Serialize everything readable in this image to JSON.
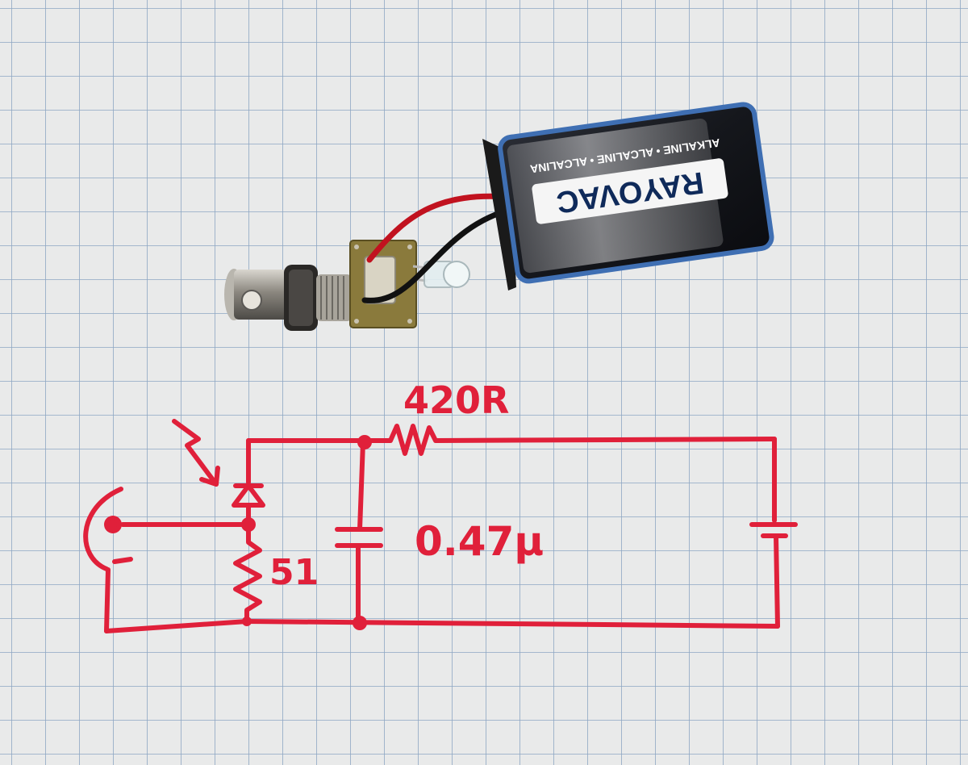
{
  "scene": {
    "description_name": "battery-powered-photodiode-pulse-detector",
    "colors": {
      "paper": "#e9eaea",
      "grid": "#8da6c3",
      "ink": "#e0203a",
      "battery_body": "#1c1e24",
      "battery_trim": "#3f6fb3",
      "pcb": "#8a7a3c"
    }
  },
  "schematic": {
    "resistor_top_label": "420R",
    "capacitor_label": "0.47μ",
    "resistor_load_label": "51"
  },
  "battery": {
    "brand": "RAYOVAC",
    "type_text": "ALKALINE • ALCALINE • ALCALINA"
  }
}
